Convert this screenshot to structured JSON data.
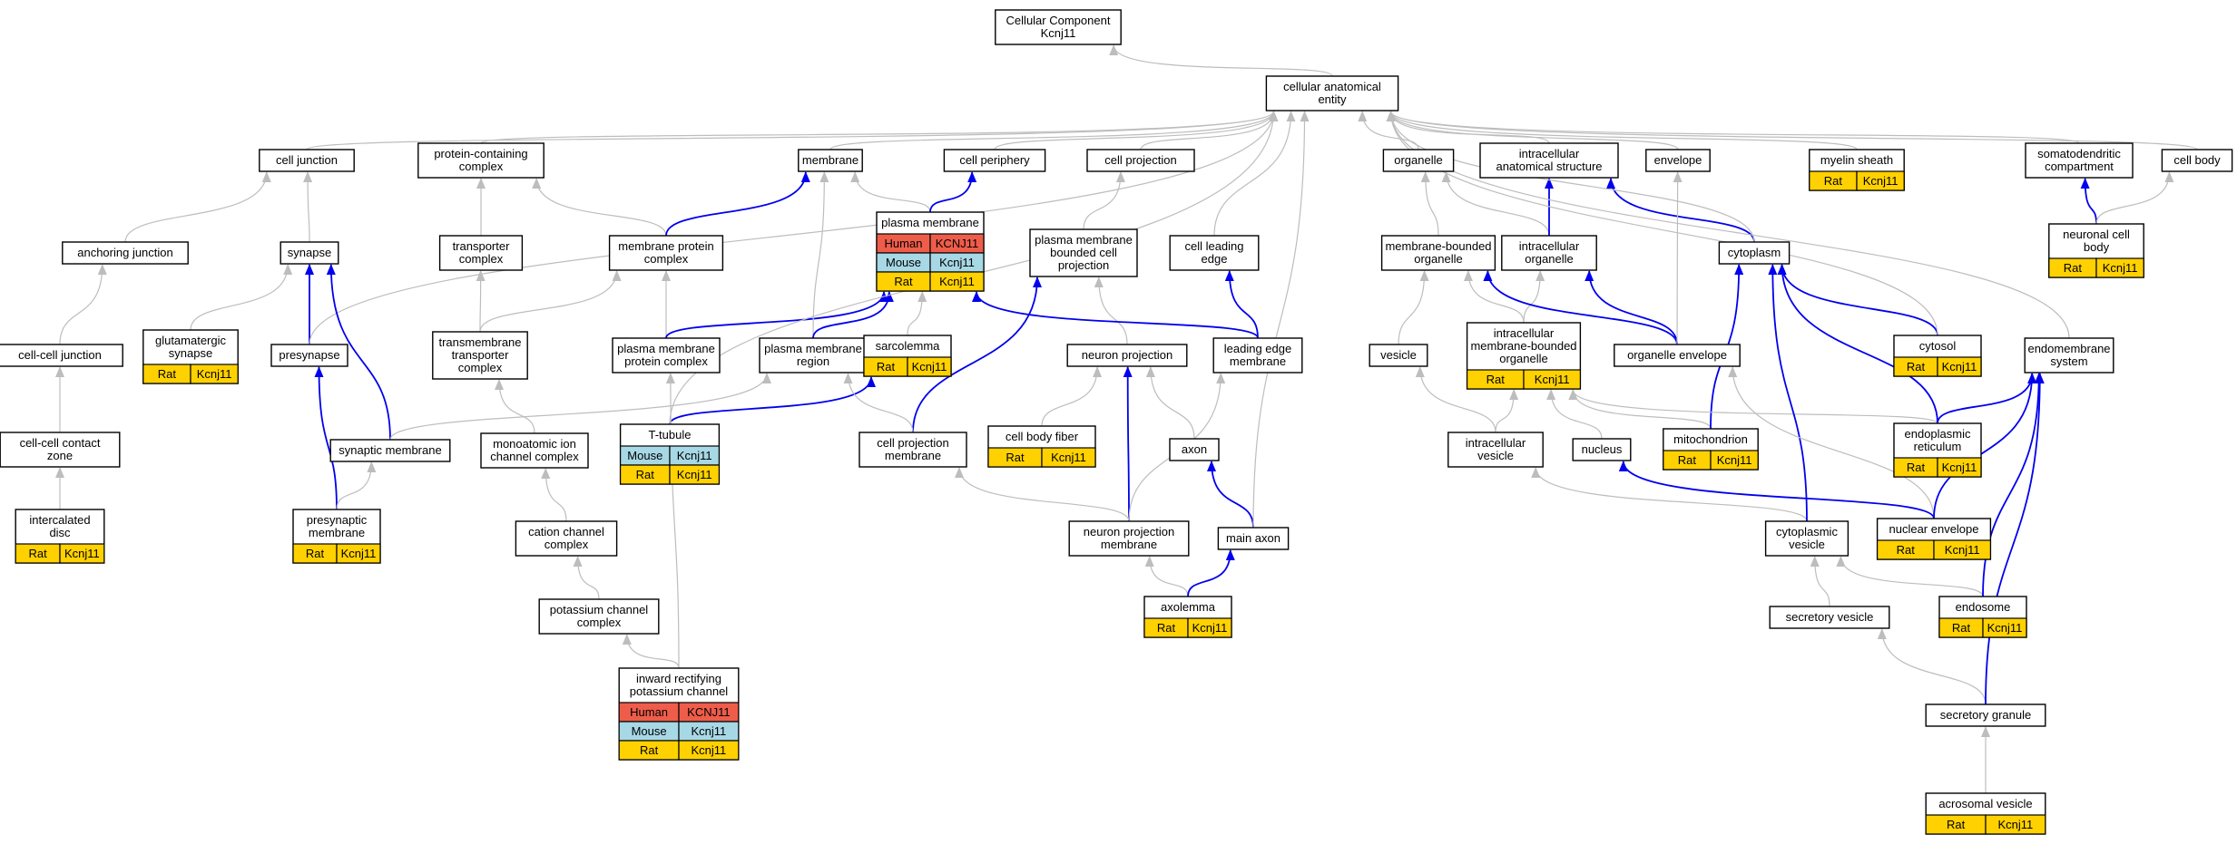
{
  "title": "Cellular Component Kcnj11",
  "colors": {
    "Human": "#EE5D4A",
    "Mouse": "#A7D8E5",
    "Rat": "#FFD100",
    "is_a": "#BDBDBD",
    "part_of": "#0000EE"
  },
  "nodes": [
    {
      "id": "root",
      "label": [
        "Cellular Component",
        "Kcnj11"
      ]
    },
    {
      "id": "cae",
      "label": [
        "cellular anatomical",
        "entity"
      ]
    },
    {
      "id": "celljunction",
      "label": [
        "cell junction"
      ]
    },
    {
      "id": "protcontain",
      "label": [
        "protein-containing",
        "complex"
      ]
    },
    {
      "id": "membrane",
      "label": [
        "membrane"
      ]
    },
    {
      "id": "cellperiphery",
      "label": [
        "cell periphery"
      ]
    },
    {
      "id": "cellprojection",
      "label": [
        "cell projection"
      ]
    },
    {
      "id": "organelle",
      "label": [
        "organelle"
      ]
    },
    {
      "id": "intracellularanat",
      "label": [
        "intracellular",
        "anatomical structure"
      ]
    },
    {
      "id": "envelope",
      "label": [
        "envelope"
      ]
    },
    {
      "id": "myelinsheath",
      "label": [
        "myelin sheath"
      ],
      "species": [
        {
          "sp": "Rat",
          "gene": "Kcnj11"
        }
      ]
    },
    {
      "id": "somatodendritic",
      "label": [
        "somatodendritic",
        "compartment"
      ]
    },
    {
      "id": "cellbody",
      "label": [
        "cell body"
      ]
    },
    {
      "id": "anchoringjunction",
      "label": [
        "anchoring junction"
      ]
    },
    {
      "id": "synapse",
      "label": [
        "synapse"
      ]
    },
    {
      "id": "transportercomplex",
      "label": [
        "transporter",
        "complex"
      ]
    },
    {
      "id": "membproteincomplex",
      "label": [
        "membrane protein",
        "complex"
      ]
    },
    {
      "id": "plasmamembrane",
      "label": [
        "plasma membrane"
      ],
      "species": [
        {
          "sp": "Human",
          "gene": "KCNJ11"
        },
        {
          "sp": "Mouse",
          "gene": "Kcnj11"
        },
        {
          "sp": "Rat",
          "gene": "Kcnj11"
        }
      ]
    },
    {
      "id": "pmboundedcellproj",
      "label": [
        "plasma membrane",
        "bounded cell",
        "projection"
      ]
    },
    {
      "id": "cellleadingedge",
      "label": [
        "cell leading",
        "edge"
      ]
    },
    {
      "id": "membboundedorganelle",
      "label": [
        "membrane-bounded",
        "organelle"
      ]
    },
    {
      "id": "intracellularorganelle",
      "label": [
        "intracellular",
        "organelle"
      ]
    },
    {
      "id": "cytoplasm",
      "label": [
        "cytoplasm"
      ]
    },
    {
      "id": "neuronalcellbody",
      "label": [
        "neuronal cell",
        "body"
      ],
      "species": [
        {
          "sp": "Rat",
          "gene": "Kcnj11"
        }
      ]
    },
    {
      "id": "celljunction2",
      "label": [
        "cell-cell junction"
      ]
    },
    {
      "id": "glutsynapse",
      "label": [
        "glutamatergic",
        "synapse"
      ],
      "species": [
        {
          "sp": "Rat",
          "gene": "Kcnj11"
        }
      ]
    },
    {
      "id": "presynapse",
      "label": [
        "presynapse"
      ]
    },
    {
      "id": "tmtransportercomplex",
      "label": [
        "transmembrane",
        "transporter",
        "complex"
      ]
    },
    {
      "id": "pmproteincomplex",
      "label": [
        "plasma membrane",
        "protein complex"
      ]
    },
    {
      "id": "pmregion",
      "label": [
        "plasma membrane",
        "region"
      ]
    },
    {
      "id": "sarcolemma",
      "label": [
        "sarcolemma"
      ],
      "species": [
        {
          "sp": "Rat",
          "gene": "Kcnj11"
        }
      ]
    },
    {
      "id": "neuronprojection",
      "label": [
        "neuron projection"
      ]
    },
    {
      "id": "leadingedgemembrane",
      "label": [
        "leading edge",
        "membrane"
      ]
    },
    {
      "id": "vesicle",
      "label": [
        "vesicle"
      ]
    },
    {
      "id": "intramembboundedorg",
      "label": [
        "intracellular",
        "membrane-bounded",
        "organelle"
      ],
      "species": [
        {
          "sp": "Rat",
          "gene": "Kcnj11"
        }
      ]
    },
    {
      "id": "organelleenvelope",
      "label": [
        "organelle envelope"
      ]
    },
    {
      "id": "cytosol",
      "label": [
        "cytosol"
      ],
      "species": [
        {
          "sp": "Rat",
          "gene": "Kcnj11"
        }
      ]
    },
    {
      "id": "endomembrane",
      "label": [
        "endomembrane",
        "system"
      ]
    },
    {
      "id": "cellcontactzone",
      "label": [
        "cell-cell contact",
        "zone"
      ]
    },
    {
      "id": "synapticmembrane",
      "label": [
        "synaptic membrane"
      ]
    },
    {
      "id": "monoatomic",
      "label": [
        "monoatomic ion",
        "channel complex"
      ]
    },
    {
      "id": "ttubule",
      "label": [
        "T-tubule"
      ],
      "species": [
        {
          "sp": "Mouse",
          "gene": "Kcnj11"
        },
        {
          "sp": "Rat",
          "gene": "Kcnj11"
        }
      ]
    },
    {
      "id": "cellprojmembrane",
      "label": [
        "cell projection",
        "membrane"
      ]
    },
    {
      "id": "cellbodyfiber",
      "label": [
        "cell body fiber"
      ],
      "species": [
        {
          "sp": "Rat",
          "gene": "Kcnj11"
        }
      ]
    },
    {
      "id": "axon",
      "label": [
        "axon"
      ]
    },
    {
      "id": "intracellularvesicle",
      "label": [
        "intracellular",
        "vesicle"
      ]
    },
    {
      "id": "nucleus",
      "label": [
        "nucleus"
      ]
    },
    {
      "id": "mitochondrion",
      "label": [
        "mitochondrion"
      ],
      "species": [
        {
          "sp": "Rat",
          "gene": "Kcnj11"
        }
      ]
    },
    {
      "id": "er",
      "label": [
        "endoplasmic",
        "reticulum"
      ],
      "species": [
        {
          "sp": "Rat",
          "gene": "Kcnj11"
        }
      ]
    },
    {
      "id": "intercalateddisc",
      "label": [
        "intercalated",
        "disc"
      ],
      "species": [
        {
          "sp": "Rat",
          "gene": "Kcnj11"
        }
      ]
    },
    {
      "id": "presynapticmembrane",
      "label": [
        "presynaptic",
        "membrane"
      ],
      "species": [
        {
          "sp": "Rat",
          "gene": "Kcnj11"
        }
      ]
    },
    {
      "id": "cationchannel",
      "label": [
        "cation channel",
        "complex"
      ]
    },
    {
      "id": "neuronprojmembrane",
      "label": [
        "neuron projection",
        "membrane"
      ]
    },
    {
      "id": "mainaxon",
      "label": [
        "main axon"
      ]
    },
    {
      "id": "cytoplasmicvesicle",
      "label": [
        "cytoplasmic",
        "vesicle"
      ]
    },
    {
      "id": "nuclearenvelope",
      "label": [
        "nuclear envelope"
      ],
      "species": [
        {
          "sp": "Rat",
          "gene": "Kcnj11"
        }
      ]
    },
    {
      "id": "potassiumchannel",
      "label": [
        "potassium channel",
        "complex"
      ]
    },
    {
      "id": "axolemma",
      "label": [
        "axolemma"
      ],
      "species": [
        {
          "sp": "Rat",
          "gene": "Kcnj11"
        }
      ]
    },
    {
      "id": "secretoryvesicle",
      "label": [
        "secretory vesicle"
      ]
    },
    {
      "id": "endosome",
      "label": [
        "endosome"
      ],
      "species": [
        {
          "sp": "Rat",
          "gene": "Kcnj11"
        }
      ]
    },
    {
      "id": "inwardrect",
      "label": [
        "inward rectifying",
        "potassium channel"
      ],
      "species": [
        {
          "sp": "Human",
          "gene": "KCNJ11"
        },
        {
          "sp": "Mouse",
          "gene": "Kcnj11"
        },
        {
          "sp": "Rat",
          "gene": "Kcnj11"
        }
      ]
    },
    {
      "id": "secretorygranule",
      "label": [
        "secretory granule"
      ]
    },
    {
      "id": "acrosomalvesicle",
      "label": [
        "acrosomal vesicle"
      ],
      "species": [
        {
          "sp": "Rat",
          "gene": "Kcnj11"
        }
      ]
    }
  ],
  "edges": [
    {
      "from": "cae",
      "to": "root",
      "type": "is_a"
    },
    {
      "from": "celljunction",
      "to": "cae",
      "type": "is_a"
    },
    {
      "from": "protcontain",
      "to": "cae",
      "type": "is_a"
    },
    {
      "from": "membrane",
      "to": "cae",
      "type": "is_a"
    },
    {
      "from": "cellperiphery",
      "to": "cae",
      "type": "is_a"
    },
    {
      "from": "cellprojection",
      "to": "cae",
      "type": "is_a"
    },
    {
      "from": "organelle",
      "to": "cae",
      "type": "is_a"
    },
    {
      "from": "intracellularanat",
      "to": "cae",
      "type": "is_a"
    },
    {
      "from": "envelope",
      "to": "cae",
      "type": "is_a"
    },
    {
      "from": "myelinsheath",
      "to": "cae",
      "type": "is_a"
    },
    {
      "from": "somatodendritic",
      "to": "cae",
      "type": "is_a"
    },
    {
      "from": "cellbody",
      "to": "cae",
      "type": "is_a"
    },
    {
      "from": "anchoringjunction",
      "to": "celljunction",
      "type": "is_a"
    },
    {
      "from": "synapse",
      "to": "celljunction",
      "type": "is_a"
    },
    {
      "from": "transportercomplex",
      "to": "protcontain",
      "type": "is_a"
    },
    {
      "from": "membproteincomplex",
      "to": "protcontain",
      "type": "is_a"
    },
    {
      "from": "membproteincomplex",
      "to": "membrane",
      "type": "part_of"
    },
    {
      "from": "plasmamembrane",
      "to": "membrane",
      "type": "is_a"
    },
    {
      "from": "plasmamembrane",
      "to": "cellperiphery",
      "type": "part_of"
    },
    {
      "from": "pmboundedcellproj",
      "to": "cellprojection",
      "type": "is_a"
    },
    {
      "from": "cellleadingedge",
      "to": "cae",
      "type": "is_a"
    },
    {
      "from": "membboundedorganelle",
      "to": "organelle",
      "type": "is_a"
    },
    {
      "from": "intracellularorganelle",
      "to": "organelle",
      "type": "is_a"
    },
    {
      "from": "intracellularorganelle",
      "to": "intracellularanat",
      "type": "part_of"
    },
    {
      "from": "cytoplasm",
      "to": "intracellularanat",
      "type": "part_of"
    },
    {
      "from": "cytoplasm",
      "to": "cae",
      "type": "is_a"
    },
    {
      "from": "neuronalcellbody",
      "to": "somatodendritic",
      "type": "part_of"
    },
    {
      "from": "neuronalcellbody",
      "to": "cellbody",
      "type": "is_a"
    },
    {
      "from": "celljunction2",
      "to": "anchoringjunction",
      "type": "is_a"
    },
    {
      "from": "glutsynapse",
      "to": "synapse",
      "type": "is_a"
    },
    {
      "from": "presynapse",
      "to": "synapse",
      "type": "part_of"
    },
    {
      "from": "presynapse",
      "to": "cae",
      "type": "is_a"
    },
    {
      "from": "tmtransportercomplex",
      "to": "transportercomplex",
      "type": "is_a"
    },
    {
      "from": "tmtransportercomplex",
      "to": "membproteincomplex",
      "type": "is_a"
    },
    {
      "from": "pmproteincomplex",
      "to": "membproteincomplex",
      "type": "is_a"
    },
    {
      "from": "pmproteincomplex",
      "to": "plasmamembrane",
      "type": "part_of"
    },
    {
      "from": "pmregion",
      "to": "membrane",
      "type": "is_a"
    },
    {
      "from": "pmregion",
      "to": "plasmamembrane",
      "type": "part_of"
    },
    {
      "from": "sarcolemma",
      "to": "plasmamembrane",
      "type": "is_a"
    },
    {
      "from": "neuronprojection",
      "to": "pmboundedcellproj",
      "type": "is_a"
    },
    {
      "from": "leadingedgemembrane",
      "to": "cellleadingedge",
      "type": "part_of"
    },
    {
      "from": "leadingedgemembrane",
      "to": "plasmamembrane",
      "type": "part_of"
    },
    {
      "from": "vesicle",
      "to": "membboundedorganelle",
      "type": "is_a"
    },
    {
      "from": "intramembboundedorg",
      "to": "membboundedorganelle",
      "type": "is_a"
    },
    {
      "from": "intramembboundedorg",
      "to": "intracellularorganelle",
      "type": "is_a"
    },
    {
      "from": "organelleenvelope",
      "to": "membboundedorganelle",
      "type": "part_of"
    },
    {
      "from": "organelleenvelope",
      "to": "intracellularorganelle",
      "type": "part_of"
    },
    {
      "from": "organelleenvelope",
      "to": "envelope",
      "type": "is_a"
    },
    {
      "from": "cytosol",
      "to": "cytoplasm",
      "type": "part_of"
    },
    {
      "from": "cytosol",
      "to": "cae",
      "type": "is_a"
    },
    {
      "from": "endomembrane",
      "to": "cae",
      "type": "is_a"
    },
    {
      "from": "cellcontactzone",
      "to": "celljunction2",
      "type": "is_a"
    },
    {
      "from": "synapticmembrane",
      "to": "synapse",
      "type": "part_of"
    },
    {
      "from": "synapticmembrane",
      "to": "pmregion",
      "type": "is_a"
    },
    {
      "from": "monoatomic",
      "to": "tmtransportercomplex",
      "type": "is_a"
    },
    {
      "from": "ttubule",
      "to": "sarcolemma",
      "type": "part_of"
    },
    {
      "from": "ttubule",
      "to": "cae",
      "type": "is_a"
    },
    {
      "from": "cellprojmembrane",
      "to": "pmboundedcellproj",
      "type": "part_of"
    },
    {
      "from": "cellprojmembrane",
      "to": "pmregion",
      "type": "is_a"
    },
    {
      "from": "cellbodyfiber",
      "to": "neuronprojection",
      "type": "is_a"
    },
    {
      "from": "axon",
      "to": "neuronprojection",
      "type": "is_a"
    },
    {
      "from": "intracellularvesicle",
      "to": "vesicle",
      "type": "is_a"
    },
    {
      "from": "intracellularvesicle",
      "to": "intramembboundedorg",
      "type": "is_a"
    },
    {
      "from": "nucleus",
      "to": "intramembboundedorg",
      "type": "is_a"
    },
    {
      "from": "mitochondrion",
      "to": "intramembboundedorg",
      "type": "is_a"
    },
    {
      "from": "mitochondrion",
      "to": "cytoplasm",
      "type": "part_of"
    },
    {
      "from": "er",
      "to": "intramembboundedorg",
      "type": "is_a"
    },
    {
      "from": "er",
      "to": "cytoplasm",
      "type": "part_of"
    },
    {
      "from": "er",
      "to": "endomembrane",
      "type": "part_of"
    },
    {
      "from": "intercalateddisc",
      "to": "cellcontactzone",
      "type": "is_a"
    },
    {
      "from": "presynapticmembrane",
      "to": "presynapse",
      "type": "part_of"
    },
    {
      "from": "presynapticmembrane",
      "to": "synapticmembrane",
      "type": "is_a"
    },
    {
      "from": "cationchannel",
      "to": "monoatomic",
      "type": "is_a"
    },
    {
      "from": "neuronprojmembrane",
      "to": "neuronprojection",
      "type": "part_of"
    },
    {
      "from": "neuronprojmembrane",
      "to": "cellprojmembrane",
      "type": "is_a"
    },
    {
      "from": "neuronprojmembrane",
      "to": "leadingedgemembrane",
      "type": "is_a"
    },
    {
      "from": "mainaxon",
      "to": "axon",
      "type": "part_of"
    },
    {
      "from": "mainaxon",
      "to": "cae",
      "type": "is_a"
    },
    {
      "from": "cytoplasmicvesicle",
      "to": "intracellularvesicle",
      "type": "is_a"
    },
    {
      "from": "cytoplasmicvesicle",
      "to": "cytoplasm",
      "type": "part_of"
    },
    {
      "from": "nuclearenvelope",
      "to": "nucleus",
      "type": "part_of"
    },
    {
      "from": "nuclearenvelope",
      "to": "organelleenvelope",
      "type": "is_a"
    },
    {
      "from": "nuclearenvelope",
      "to": "endomembrane",
      "type": "part_of"
    },
    {
      "from": "potassiumchannel",
      "to": "cationchannel",
      "type": "is_a"
    },
    {
      "from": "axolemma",
      "to": "neuronprojmembrane",
      "type": "is_a"
    },
    {
      "from": "axolemma",
      "to": "mainaxon",
      "type": "part_of"
    },
    {
      "from": "secretoryvesicle",
      "to": "cytoplasmicvesicle",
      "type": "is_a"
    },
    {
      "from": "endosome",
      "to": "cytoplasmicvesicle",
      "type": "is_a"
    },
    {
      "from": "endosome",
      "to": "endomembrane",
      "type": "part_of"
    },
    {
      "from": "inwardrect",
      "to": "potassiumchannel",
      "type": "is_a"
    },
    {
      "from": "inwardrect",
      "to": "pmproteincomplex",
      "type": "is_a"
    },
    {
      "from": "secretorygranule",
      "to": "secretoryvesicle",
      "type": "is_a"
    },
    {
      "from": "secretorygranule",
      "to": "endomembrane",
      "type": "part_of"
    },
    {
      "from": "acrosomalvesicle",
      "to": "secretorygranule",
      "type": "is_a"
    }
  ]
}
